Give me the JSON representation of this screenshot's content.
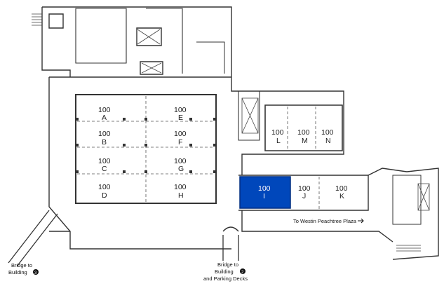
{
  "rooms": {
    "A": {
      "number": "100",
      "letter": "A"
    },
    "B": {
      "number": "100",
      "letter": "B"
    },
    "C": {
      "number": "100",
      "letter": "C"
    },
    "D": {
      "number": "100",
      "letter": "D"
    },
    "E": {
      "number": "100",
      "letter": "E"
    },
    "F": {
      "number": "100",
      "letter": "F"
    },
    "G": {
      "number": "100",
      "letter": "G"
    },
    "H": {
      "number": "100",
      "letter": "H"
    },
    "I": {
      "number": "100",
      "letter": "I",
      "highlighted": true
    },
    "J": {
      "number": "100",
      "letter": "J"
    },
    "K": {
      "number": "100",
      "letter": "K"
    },
    "L": {
      "number": "100",
      "letter": "L"
    },
    "M": {
      "number": "100",
      "letter": "M"
    },
    "N": {
      "number": "100",
      "letter": "N"
    }
  },
  "labels": {
    "westin": "To Westin Peachtree Plaza",
    "bridge3_line1": "Bridge to",
    "bridge3_line2": "Building",
    "bridge3_num": "3",
    "bridge2_line1": "Bridge to",
    "bridge2_line2": "Building",
    "bridge2_num": "2",
    "bridge2_line3": "and Parking Decks"
  },
  "colors": {
    "highlight": "#0047bb",
    "wall": "#333333",
    "text": "#222222"
  }
}
